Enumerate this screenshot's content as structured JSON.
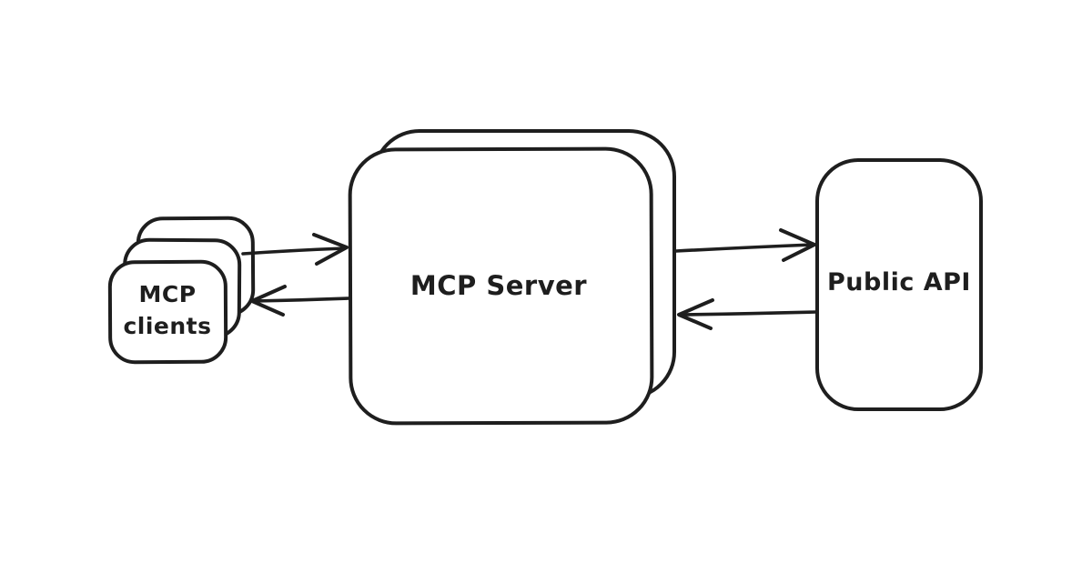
{
  "canvas": {
    "background": "#ffffff",
    "stroke_color": "#1e1e1e",
    "style": "hand-drawn whiteboard diagram"
  },
  "nodes": {
    "mcp_clients": {
      "label": "MCP clients",
      "label_line1": "MCP",
      "label_line2": "clients",
      "shape": "stacked-rounded-rectangles",
      "stack_count": 3
    },
    "mcp_server": {
      "label": "MCP Server",
      "shape": "stacked-rounded-rectangles",
      "stack_count": 2
    },
    "public_api": {
      "label": "Public API",
      "shape": "rounded-rectangle",
      "stack_count": 1
    }
  },
  "edges": [
    {
      "from": "mcp_clients",
      "to": "mcp_server",
      "direction": "right"
    },
    {
      "from": "mcp_server",
      "to": "mcp_clients",
      "direction": "left"
    },
    {
      "from": "mcp_server",
      "to": "public_api",
      "direction": "right"
    },
    {
      "from": "public_api",
      "to": "mcp_server",
      "direction": "left"
    }
  ]
}
